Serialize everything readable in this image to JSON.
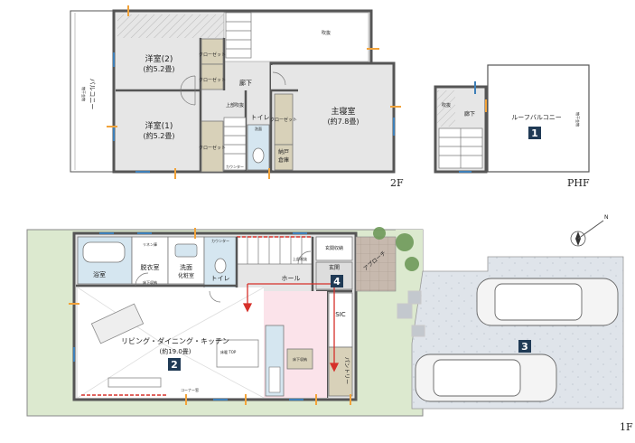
{
  "floors": {
    "second": {
      "tag": "2F",
      "rooms": {
        "western2": {
          "name": "洋室(2)",
          "size": "(約5.2畳)"
        },
        "western1": {
          "name": "洋室(1)",
          "size": "(約5.2畳)"
        },
        "master": {
          "name": "主寝室",
          "size": "(約7.8畳)"
        },
        "hall": "廊下",
        "toilet": "トイレ",
        "storage": "納戸",
        "storage_closet": "倉庫",
        "closet_a": "クロー\nゼット",
        "closet": "クローゼット",
        "balcony": "バルコニー",
        "stair_down": "上部吹抜",
        "void_label": "吹抜",
        "wash_label": "洗面",
        "counter": "カウンター",
        "hanger": "物干金物"
      }
    },
    "phf": {
      "tag": "PHF",
      "rooms": {
        "hall": "廊下",
        "roof_balcony": "ルーフバルコニー",
        "void_label": "吹抜",
        "hanger": "物干金物"
      },
      "badge": "1"
    },
    "first": {
      "tag": "1F",
      "rooms": {
        "bath": "浴室",
        "dressing": "脱衣室",
        "washroom": {
          "name": "洗面",
          "sub": "化粧室"
        },
        "toilet": "トイレ",
        "ldk": {
          "name": "リビング・ダイニング・キッチン",
          "size": "(約19.0畳)",
          "note": "床暖 TOP"
        },
        "hall": "ホール",
        "entrance": "玄関",
        "entrance_storage": "玄関収納",
        "sic": "SIC",
        "pantry": "パントリー",
        "approach": "アプローチ",
        "underfloor": "床下収納",
        "counter": "カウンター",
        "linen": "リネン庫",
        "stair_up": "上部吹抜",
        "cosmo": "コーナー窓"
      },
      "badges": {
        "ldk": "2",
        "parking": "3",
        "entrance": "4"
      }
    }
  },
  "compass": {
    "label": "N"
  },
  "colors": {
    "wall": "#555555",
    "floor_gray": "#e6e6e6",
    "kitchen_pink": "#fbe3ea",
    "closet_beige": "#d8d1b9",
    "wet_blue": "#d5e6f0",
    "lawn": "#dce9cf",
    "tree": "#6f9a5a",
    "badge": "#203a55",
    "window_blue": "#3d7fb8",
    "window_orange": "#f2a33a",
    "arrow_red": "#d6302a",
    "tile_brown": "#c7b9ae"
  }
}
